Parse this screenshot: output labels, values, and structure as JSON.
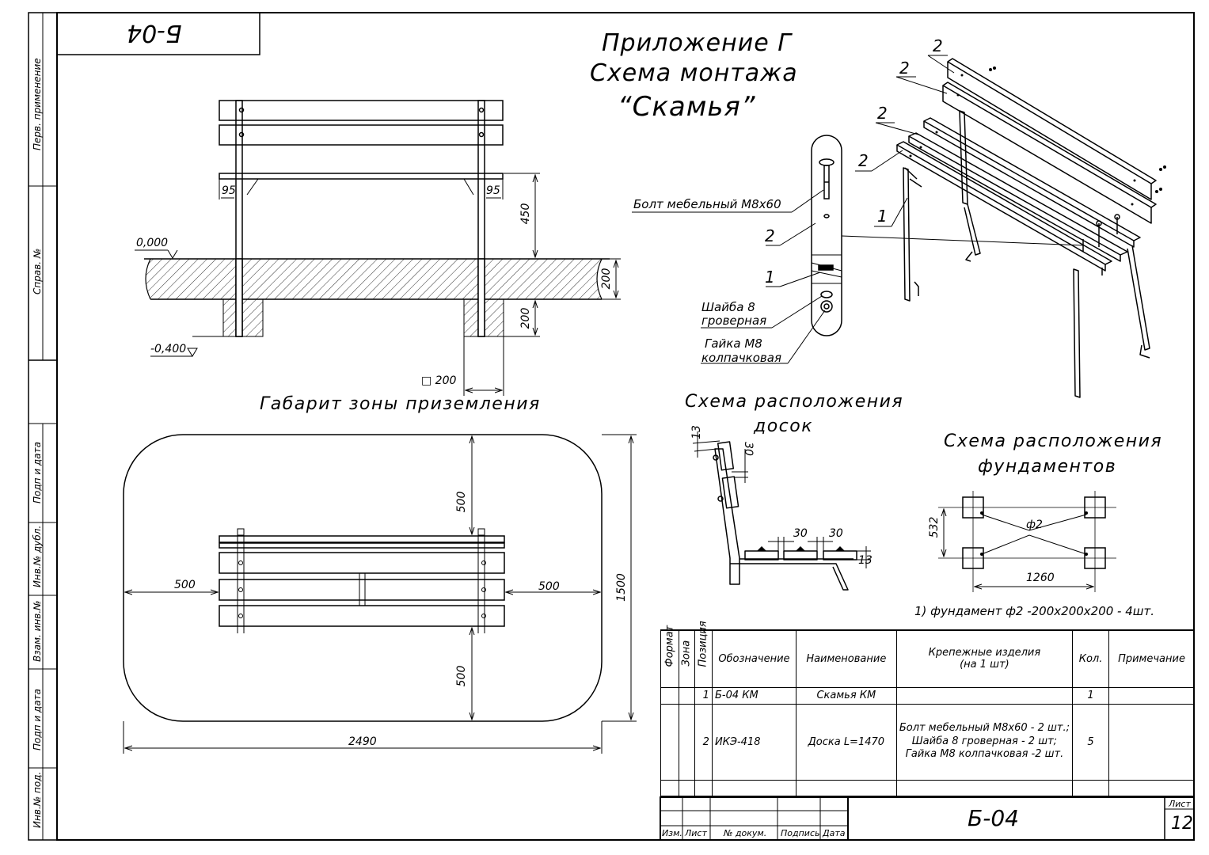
{
  "stamp_code": "Б-04",
  "title": {
    "line1": "Приложение Г",
    "line2": "Схема монтажа",
    "line3": "“Скамья”"
  },
  "side_stamps": [
    "Перв. применение",
    "Справ. №",
    "Подп и дата",
    "Инв.№ дубл.",
    "Взам. инв.№",
    "Подп и дата",
    "Инв.№ под."
  ],
  "front_view": {
    "dim_95_left": "95",
    "dim_95_right": "95",
    "dim_450": "450",
    "dim_200_ground": "200",
    "dim_200_foundation": "200",
    "level_zero": "0,000",
    "level_minus": "-0,400",
    "square_200": "□ 200"
  },
  "landing_zone": {
    "title": "Габарит зоны приземления",
    "dim_500_top": "500",
    "dim_500_bottom": "500",
    "dim_500_left": "500",
    "dim_500_right": "500",
    "dim_1500": "1500",
    "dim_2490": "2490"
  },
  "callouts": {
    "bolt": "Болт мебельный М8х60",
    "pos2": "2",
    "pos1": "1",
    "washer_1": "Шайба 8",
    "washer_2": "гроверная",
    "nut_1": "Гайка М8",
    "nut_2": "колпачковая",
    "iso_pos": [
      "2",
      "2",
      "2",
      "2",
      "1"
    ]
  },
  "boards_scheme": {
    "title_1": "Схема расположения",
    "title_2": "досок",
    "dim_13_top": "13",
    "dim_30_back": "30",
    "dim_30_a": "30",
    "dim_30_b": "30",
    "dim_13_seat": "13"
  },
  "foundation_scheme": {
    "title_1": "Схема расположения",
    "title_2": "фундаментов",
    "dim_532": "532",
    "dim_1260": "1260",
    "diam": "ф2",
    "note": "1) фундамент ф2 -200х200х200 - 4шт."
  },
  "spec_table": {
    "headers": {
      "format": "Формат",
      "zone": "Зона",
      "position": "Позиция",
      "designation": "Обозначение",
      "name": "Наименование",
      "fasteners_1": "Крепежные изделия",
      "fasteners_2": "(на 1 шт)",
      "qty": "Кол.",
      "note": "Примечание"
    },
    "rows": [
      {
        "pos": "1",
        "designation": "Б-04 КМ",
        "name": "Скамья КМ",
        "fasteners": "",
        "qty": "1",
        "note": ""
      },
      {
        "pos": "2",
        "designation": "ИКЭ-418",
        "name": "Доска L=1470",
        "fasteners": "Болт мебельный М8х60 - 2 шт.; Шайба 8 гроверная - 2 шт; Гайка М8 колпачковая -2 шт.",
        "qty": "5",
        "note": ""
      }
    ]
  },
  "title_block": {
    "cols": [
      "Изм.",
      "Лист",
      "№ докум.",
      "Подпись",
      "Дата"
    ],
    "code": "Б-04",
    "sheet_label": "Лист",
    "sheet_number": "12"
  }
}
